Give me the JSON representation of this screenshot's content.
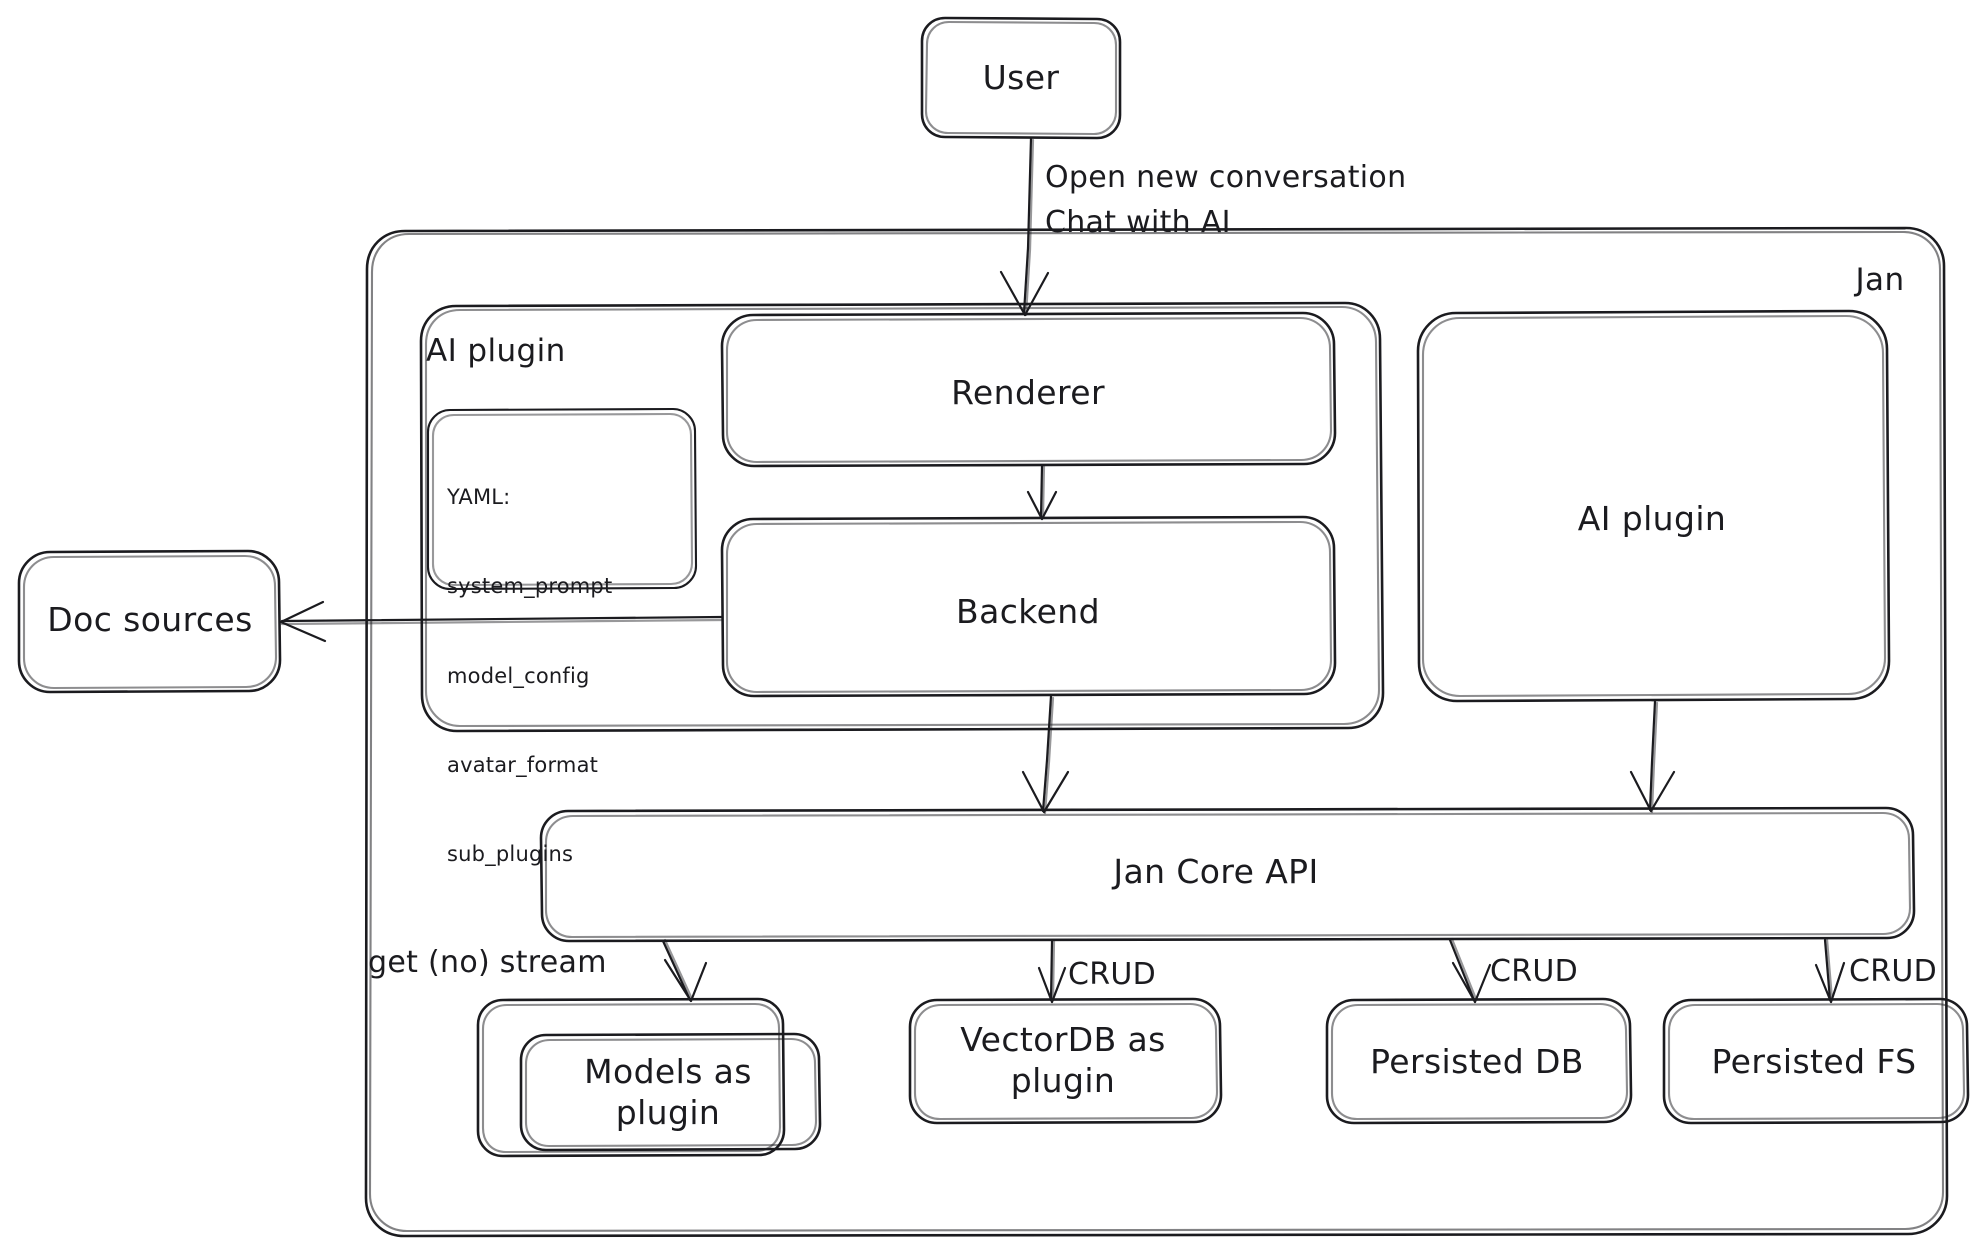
{
  "diagram": {
    "title_visible": false,
    "style": "hand-drawn-sketch",
    "stroke_color": "#1b1b1f",
    "background_color": "#ffffff"
  },
  "containers": {
    "jan": {
      "label": "Jan"
    },
    "ai_plugin_group": {
      "label": "AI plugin"
    }
  },
  "nodes": {
    "user": {
      "label": "User"
    },
    "renderer": {
      "label": "Renderer"
    },
    "backend": {
      "label": "Backend"
    },
    "ai_plugin_box": {
      "label": "AI plugin"
    },
    "doc_sources": {
      "label": "Doc sources"
    },
    "jan_core_api": {
      "label": "Jan Core API"
    },
    "models_as_plugin": {
      "label": "Models as\nplugin"
    },
    "vectordb_as_plugin": {
      "label": "VectorDB as\nplugin"
    },
    "persisted_db": {
      "label": "Persisted DB"
    },
    "persisted_fs": {
      "label": "Persisted FS"
    }
  },
  "yaml_card": {
    "lines": [
      "YAML:",
      "system_prompt",
      "model_config",
      "avatar_format",
      "sub_plugins"
    ]
  },
  "edges": [
    {
      "id": "user-to-renderer",
      "from": "user",
      "to": "renderer",
      "label": "Open new conversation\nChat with AI"
    },
    {
      "id": "renderer-to-backend",
      "from": "renderer",
      "to": "backend",
      "label": ""
    },
    {
      "id": "backend-to-doc-sources",
      "from": "backend",
      "to": "doc_sources",
      "label": ""
    },
    {
      "id": "backend-to-core-api",
      "from": "backend",
      "to": "jan_core_api",
      "label": ""
    },
    {
      "id": "ai-plugin-to-core-api",
      "from": "ai_plugin_box",
      "to": "jan_core_api",
      "label": ""
    },
    {
      "id": "core-api-to-models",
      "from": "jan_core_api",
      "to": "models_as_plugin",
      "label": "get (no) stream"
    },
    {
      "id": "core-api-to-vectordb",
      "from": "jan_core_api",
      "to": "vectordb_as_plugin",
      "label": "CRUD"
    },
    {
      "id": "core-api-to-persisted-db",
      "from": "jan_core_api",
      "to": "persisted_db",
      "label": "CRUD"
    },
    {
      "id": "core-api-to-persisted-fs",
      "from": "jan_core_api",
      "to": "persisted_fs",
      "label": "CRUD"
    }
  ],
  "edge_labels": {
    "user_to_renderer_line1": "Open new conversation",
    "user_to_renderer_line2": "Chat with AI",
    "get_no_stream": "get (no) stream",
    "crud_vectordb": "CRUD",
    "crud_persisted_db": "CRUD",
    "crud_persisted_fs": "CRUD"
  }
}
